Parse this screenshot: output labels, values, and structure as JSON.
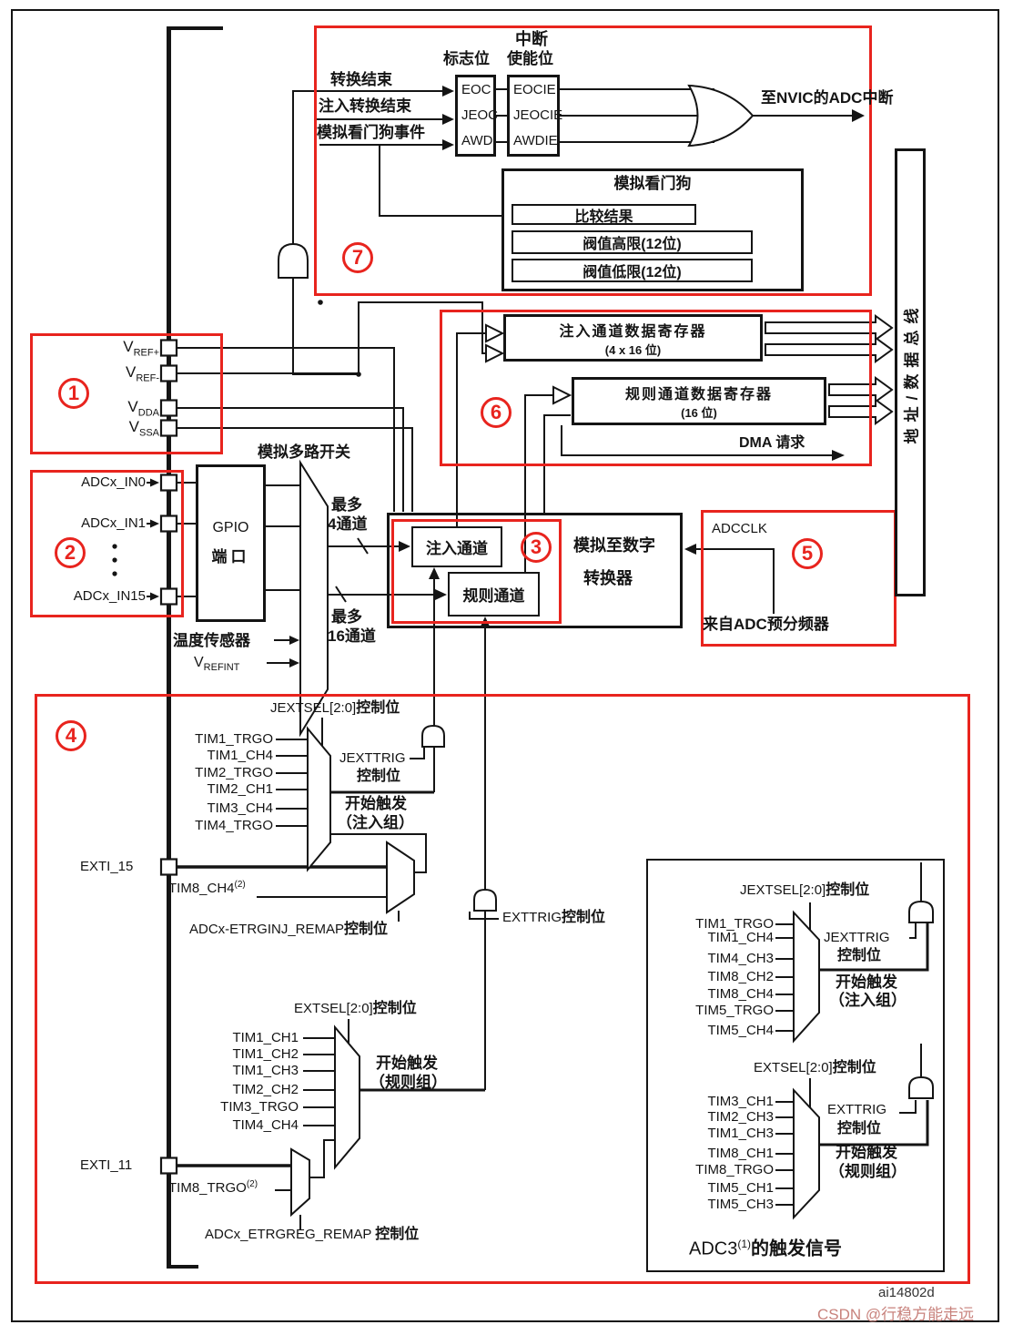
{
  "page": {
    "figure_id": "ai14802d",
    "watermark": "CSDN @行稳方能走远"
  },
  "colors": {
    "accent": "#e8241e",
    "line": "#141414"
  },
  "badges": {
    "b1": "1",
    "b2": "2",
    "b3": "3",
    "b4": "4",
    "b5": "5",
    "b6": "6",
    "b7": "7"
  },
  "interrupt": {
    "header": "中断",
    "flag_col": "标志位",
    "enable_col": "使能位",
    "inputs": [
      "转换结束",
      "注入转换结束",
      "模拟看门狗事件"
    ],
    "flags": [
      "EOC",
      "JEOC",
      "AWD"
    ],
    "enables": [
      "EOCIE",
      "JEOCIE",
      "AWDIE"
    ],
    "nvic": "至NVIC的ADC中断"
  },
  "watchdog": {
    "title": "模拟看门狗",
    "compare": "比较结果",
    "high": "阀值高限(12位)",
    "low": "阀值低限(12位)"
  },
  "registers": {
    "injected_line1": "注入通道数据寄存器",
    "injected_line2": "(4 x 16 位)",
    "regular_line1": "规则通道数据寄存器",
    "regular_line2": "(16 位)",
    "dma": "DMA 请求"
  },
  "bus_label": "地址/数据总线",
  "pins": {
    "vref_plus_base": "V",
    "vref_plus_sub": "REF+",
    "vref_minus_base": "V",
    "vref_minus_sub": "REF-",
    "vdda_base": "V",
    "vdda_sub": "DDA",
    "vssa_base": "V",
    "vssa_sub": "SSA",
    "in0": "ADCx_IN0",
    "in1": "ADCx_IN1",
    "in15": "ADCx_IN15"
  },
  "gpio": {
    "line1": "GPIO",
    "line2": "端口"
  },
  "mux": {
    "title": "模拟多路开关",
    "max4_1": "最多",
    "max4_2": "4通道",
    "max16_1": "最多",
    "max16_2": "16通道",
    "temp": "温度传感器",
    "vrefint_base": "V",
    "vrefint_sub": "REFINT"
  },
  "adc": {
    "injected": "注入通道",
    "regular": "规则通道",
    "title_line1": "模拟至数字",
    "title_line2": "转换器"
  },
  "clock": {
    "adcclk": "ADCCLK",
    "source": "来自ADC预分频器"
  },
  "triggers": {
    "injected": {
      "sel_latin": "JEXTSEL[2:0]",
      "sel_zh": "控制位",
      "signals": [
        "TIM1_TRGO",
        "TIM1_CH4",
        "TIM2_TRGO",
        "TIM2_CH1",
        "TIM3_CH4",
        "TIM4_TRGO"
      ],
      "trig_latin": "JEXTTRIG",
      "trig_zh": "控制位",
      "start_line1": "开始触发",
      "start_line2": "（注入组）",
      "exti": "EXTI_15",
      "tim8": "TIM8_CH4",
      "tim8_sup": "(2)",
      "remap_latin": "ADCx-ETRGINJ_REMAP",
      "remap_zh": "控制位"
    },
    "regular": {
      "sel_latin": "EXTSEL[2:0]",
      "sel_zh": "控制位",
      "signals": [
        "TIM1_CH1",
        "TIM1_CH2",
        "TIM1_CH3",
        "TIM2_CH2",
        "TIM3_TRGO",
        "TIM4_CH4"
      ],
      "trig_latin": "EXTTRIG",
      "trig_zh": "控制位",
      "start_line1": "开始触发",
      "start_line2": "（规则组）",
      "exti": "EXTI_11",
      "tim8": "TIM8_TRGO",
      "tim8_sup": "(2)",
      "remap_latin": "ADCx_ETRGREG_REMAP ",
      "remap_zh": "控制位"
    }
  },
  "adc3": {
    "injected": {
      "sel_latin": "JEXTSEL[2:0]",
      "sel_zh": "控制位",
      "signals": [
        "TIM1_TRGO",
        "TIM1_CH4",
        "TIM4_CH3",
        "TIM8_CH2",
        "TIM8_CH4",
        "TIM5_TRGO",
        "TIM5_CH4"
      ],
      "trig_latin": "JEXTTRIG",
      "trig_zh": "控制位",
      "start_line1": "开始触发",
      "start_line2": "（注入组）"
    },
    "regular": {
      "sel_latin": "EXTSEL[2:0]",
      "sel_zh": "控制位",
      "signals": [
        "TIM3_CH1",
        "TIM2_CH3",
        "TIM1_CH3",
        "TIM8_CH1",
        "TIM8_TRGO",
        "TIM5_CH1",
        "TIM5_CH3"
      ],
      "trig_latin": "EXTTRIG",
      "trig_zh": "控制位",
      "start_line1": "开始触发",
      "start_line2": "（规则组）"
    },
    "caption_base": "ADC3",
    "caption_sup": "(1)",
    "caption_rest": "的触发信号"
  }
}
